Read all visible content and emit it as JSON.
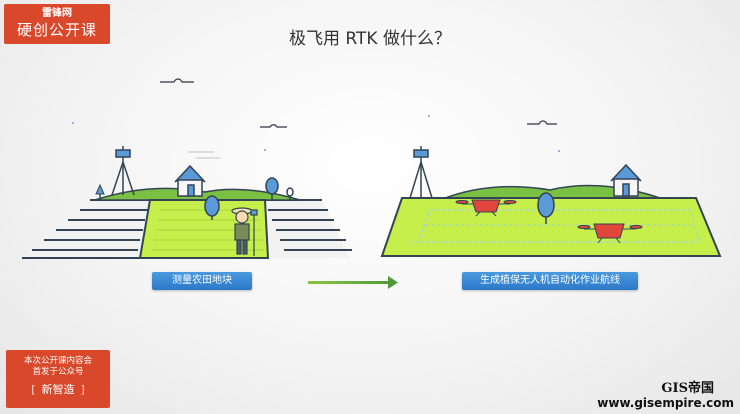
{
  "brand": {
    "line1": "雷锋网",
    "line2": "硬创公开课"
  },
  "title": "极飞用 RTK 做什么？",
  "left_scene": {
    "label": "测量农田地块"
  },
  "right_scene": {
    "label": "生成植保无人机自动化作业航线"
  },
  "promo": {
    "line1": "本次公开课内容会",
    "line2": "首发于公众号",
    "open_bracket": "[",
    "name": "新智造",
    "close_bracket": "]"
  },
  "watermark": {
    "line1": "GIS帝国",
    "line2": "www.gisempire.com"
  },
  "colors": {
    "brand_red": "#d9482b",
    "label_blue": "#2c78c8",
    "field_green": "#c6ef4c",
    "hill_green": "#7ac143",
    "arrow_green": "#6ab04c"
  },
  "icons": [
    "rtk-base-tower-icon",
    "house-icon",
    "tree-icon",
    "surveyor-icon",
    "drone-icon",
    "arrow-right-icon",
    "cloud-line-icon"
  ]
}
